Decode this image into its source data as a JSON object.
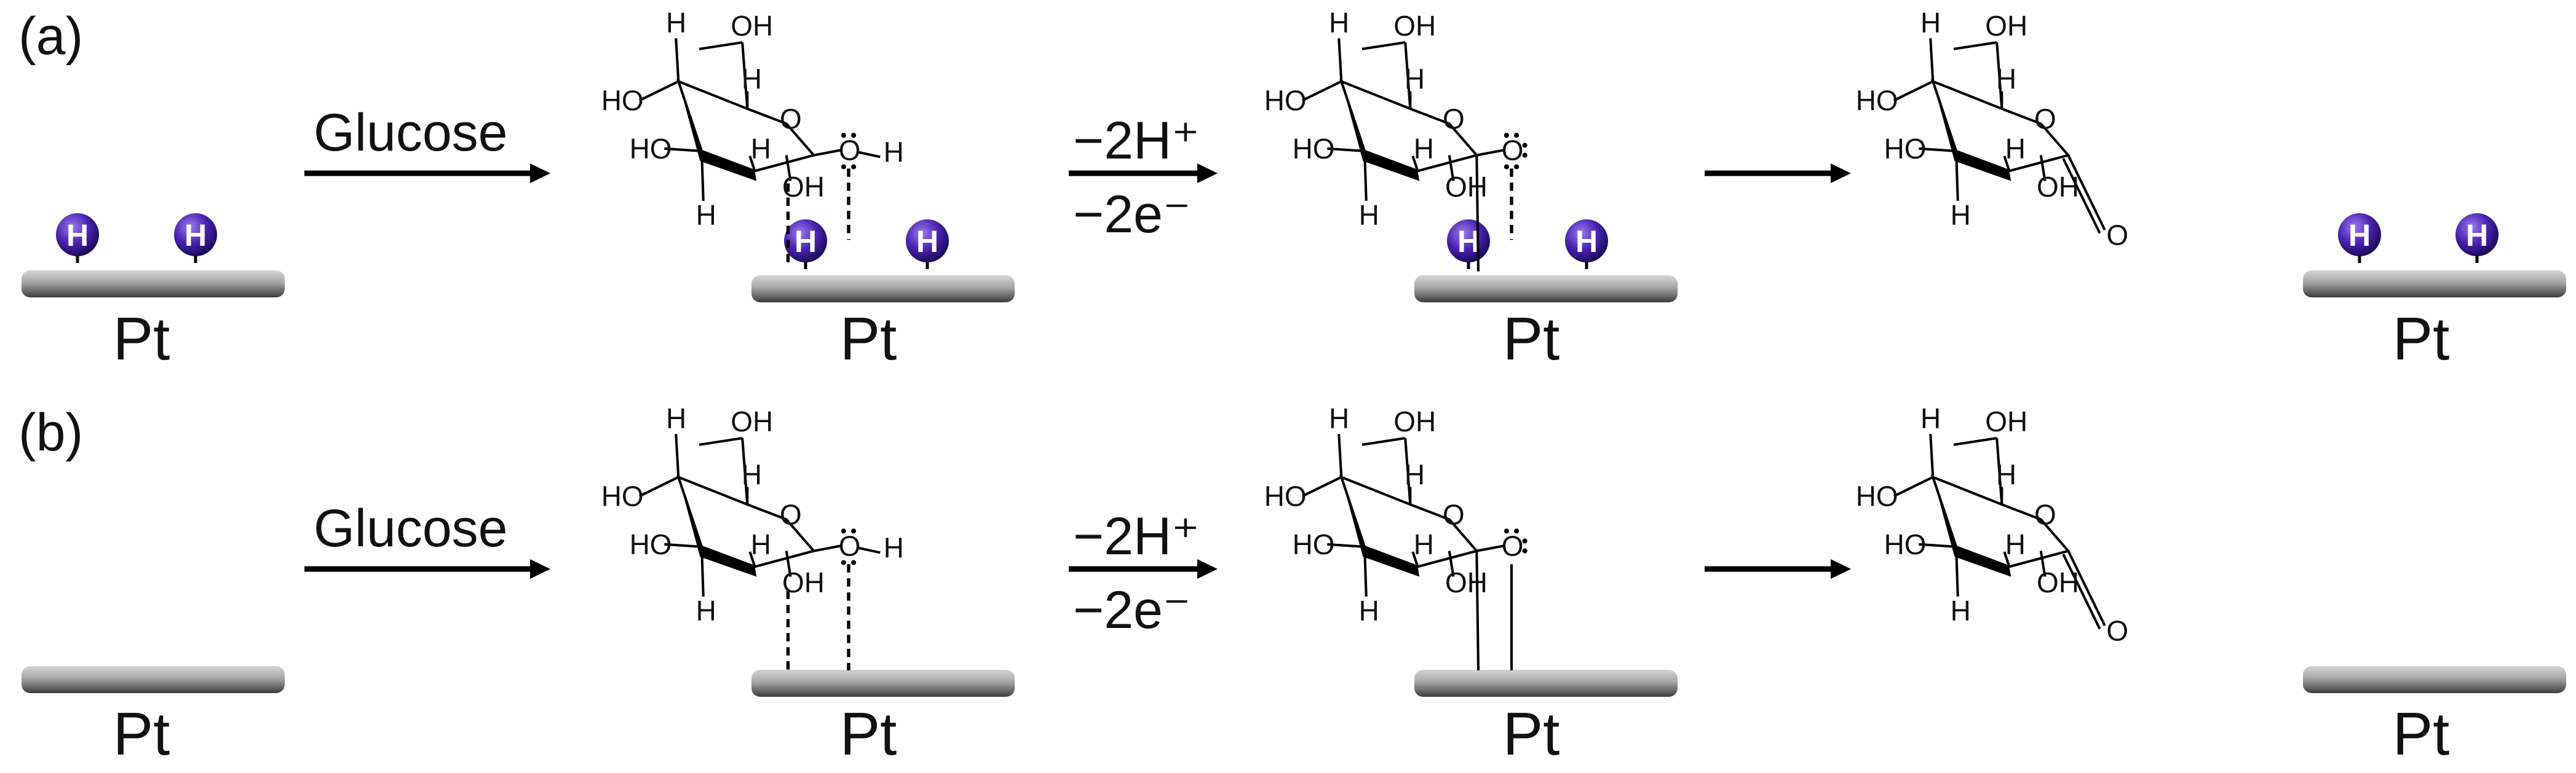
{
  "panels": [
    {
      "label": "(a)",
      "surface_label": "Pt",
      "reactant": "Glucose",
      "step2_top": "−2H⁺",
      "step2_bottom": "−2e⁻",
      "adsorbed_hydrogen": "H"
    },
    {
      "label": "(b)",
      "surface_label": "Pt",
      "reactant": "Glucose",
      "step2_top": "−2H⁺",
      "step2_bottom": "−2e⁻"
    }
  ],
  "molecule_atoms": {
    "hydroxyl": "OH",
    "hydroxyl_left": "HO",
    "hydrogen": "H",
    "ring_oxygen": "O",
    "carbonyl_oxygen": "O"
  },
  "colors": {
    "surface": "#8a8a8a",
    "adsorbed_h_sphere": "#3a1a9a",
    "bonds": "#000000"
  }
}
